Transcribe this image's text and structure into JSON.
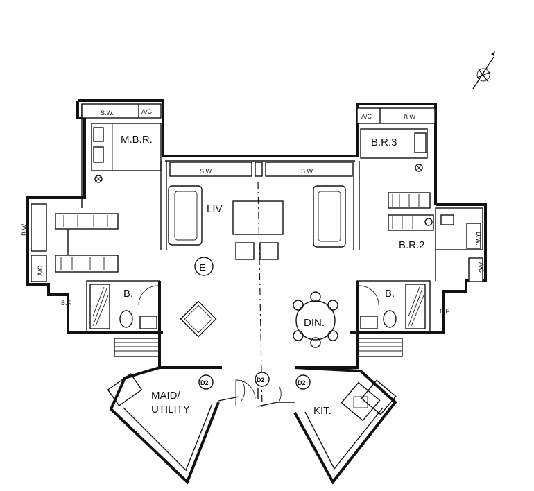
{
  "plan": {
    "rooms": {
      "master_bedroom": "M.B.R.",
      "living": "LIV.",
      "bedroom_3": "B.R.3",
      "bedroom_2": "B.R.2",
      "dining": "DIN.",
      "bath_left": "B.",
      "bath_right": "B.",
      "maid_line1": "MAID/",
      "maid_line2": "UTILITY",
      "kitchen": "KIT."
    },
    "fixtures": {
      "sw_mbr": "S.W.",
      "ac_mbr": "A/C",
      "sw_living_left": "S.W.",
      "sw_living_right": "S.W.",
      "ac_br3": "A/C",
      "bw_br3": "B.W.",
      "bw_left": "B.W.",
      "ac_left": "A/C",
      "bf_left": "B.F.",
      "dw_right": "D.W.",
      "ac_right": "A/C",
      "bf_right": "B.F."
    },
    "entrance_marker": "E",
    "door_tags": [
      "D2",
      "D2",
      "D2"
    ]
  }
}
